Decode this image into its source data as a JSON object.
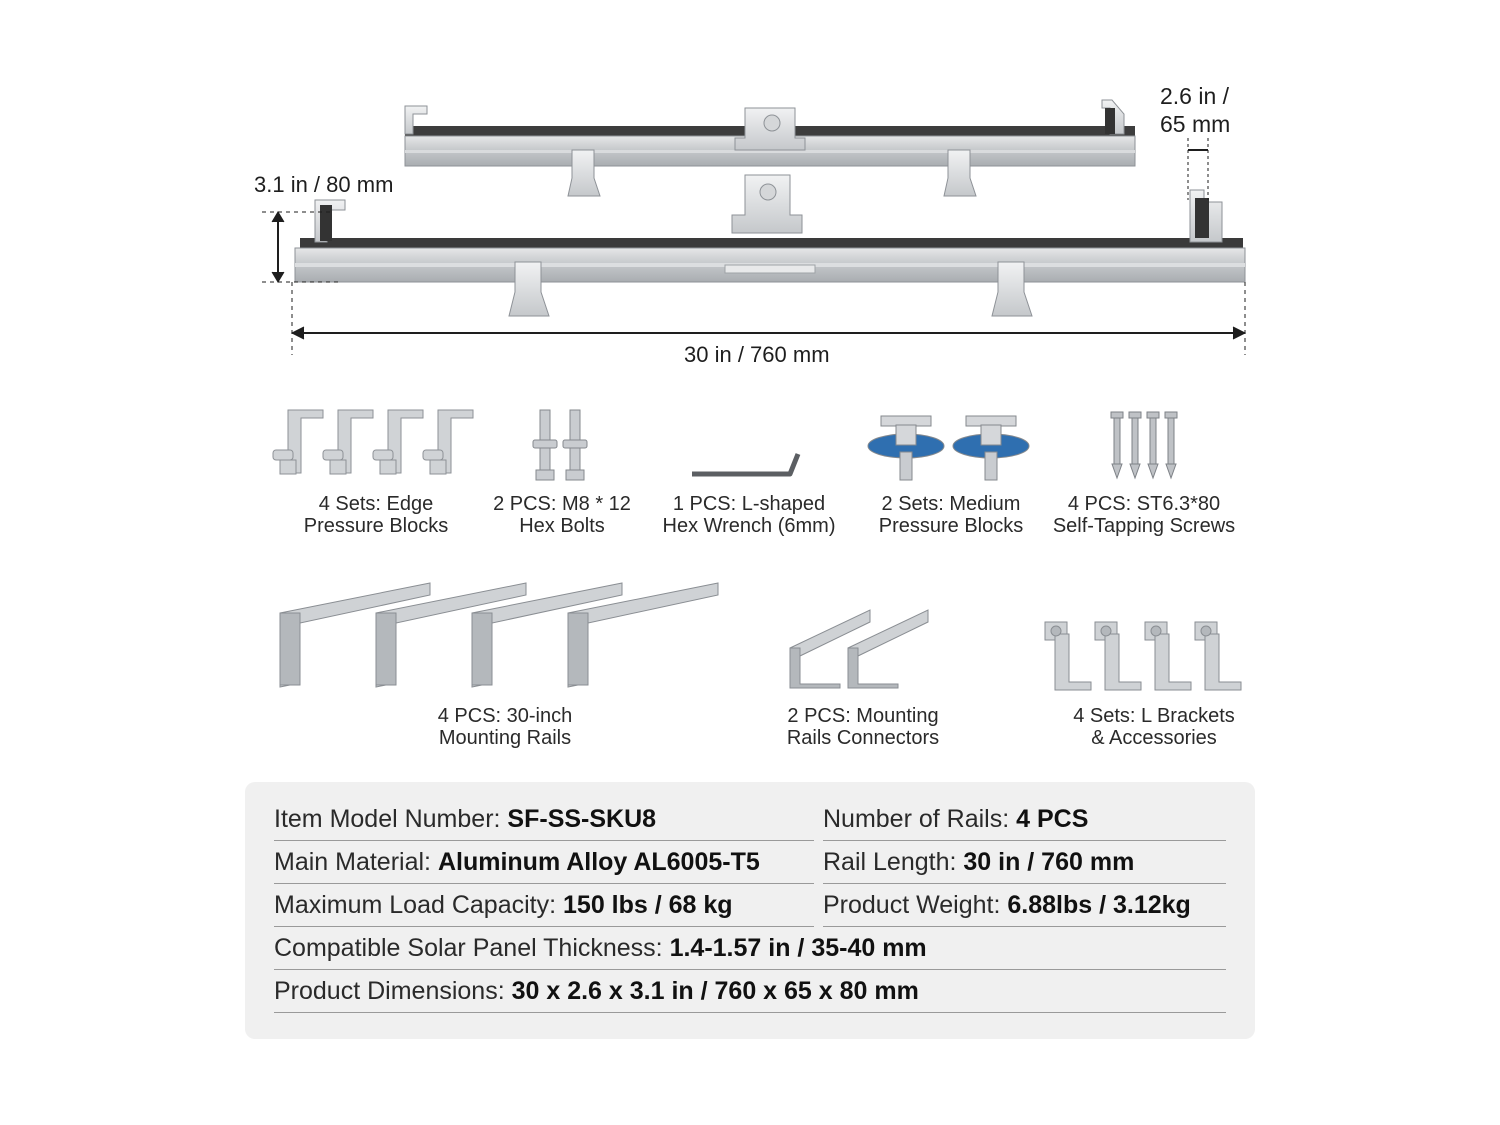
{
  "dimensions": {
    "width_label_line1": "2.6 in /",
    "width_label_line2": "65 mm",
    "height_label": "3.1 in / 80 mm",
    "length_label": "30 in / 760 mm"
  },
  "components": [
    {
      "line1": "4 Sets: Edge",
      "line2": "Pressure Blocks",
      "icon": "edge-pressure-block-icon"
    },
    {
      "line1": "2 PCS: M8 * 12",
      "line2": "Hex Bolts",
      "icon": "hex-bolt-icon"
    },
    {
      "line1": "1 PCS: L-shaped",
      "line2": "Hex Wrench (6mm)",
      "icon": "hex-wrench-icon"
    },
    {
      "line1": "2 Sets: Medium",
      "line2": "Pressure Blocks",
      "icon": "medium-pressure-block-icon"
    },
    {
      "line1": "4 PCS: ST6.3*80",
      "line2": "Self-Tapping Screws",
      "icon": "self-tapping-screw-icon"
    },
    {
      "line1": "4 PCS: 30-inch",
      "line2": "Mounting Rails",
      "icon": "mounting-rail-icon"
    },
    {
      "line1": "2 PCS: Mounting",
      "line2": "Rails Connectors",
      "icon": "rail-connector-icon"
    },
    {
      "line1": "4 Sets: L Brackets",
      "line2": "& Accessories",
      "icon": "l-bracket-icon"
    }
  ],
  "specs": {
    "model_label": "Item Model Number: ",
    "model_value": "SF-SS-SKU8",
    "rails_label": "Number of Rails: ",
    "rails_value": "4 PCS",
    "material_label": "Main Material: ",
    "material_value": "Aluminum Alloy AL6005-T5",
    "length_label": "Rail Length: ",
    "length_value": "30 in / 760 mm",
    "load_label": "Maximum Load Capacity: ",
    "load_value": "150 lbs / 68 kg",
    "weight_label": "Product Weight: ",
    "weight_value": "6.88lbs / 3.12kg",
    "thickness_label": "Compatible Solar Panel Thickness: ",
    "thickness_value": "1.4-1.57 in / 35-40 mm",
    "dimensions_label": "Product Dimensions: ",
    "dimensions_value": "30 x 2.6 x 3.1 in / 760 x 65 x 80 mm"
  },
  "colors": {
    "aluminum": "#c9cbcd",
    "aluminum_dark": "#9ea2a6",
    "rubber": "#3a3a3a",
    "blue_washer": "#2f6fb0",
    "panel_bg": "#f0f0f0"
  }
}
